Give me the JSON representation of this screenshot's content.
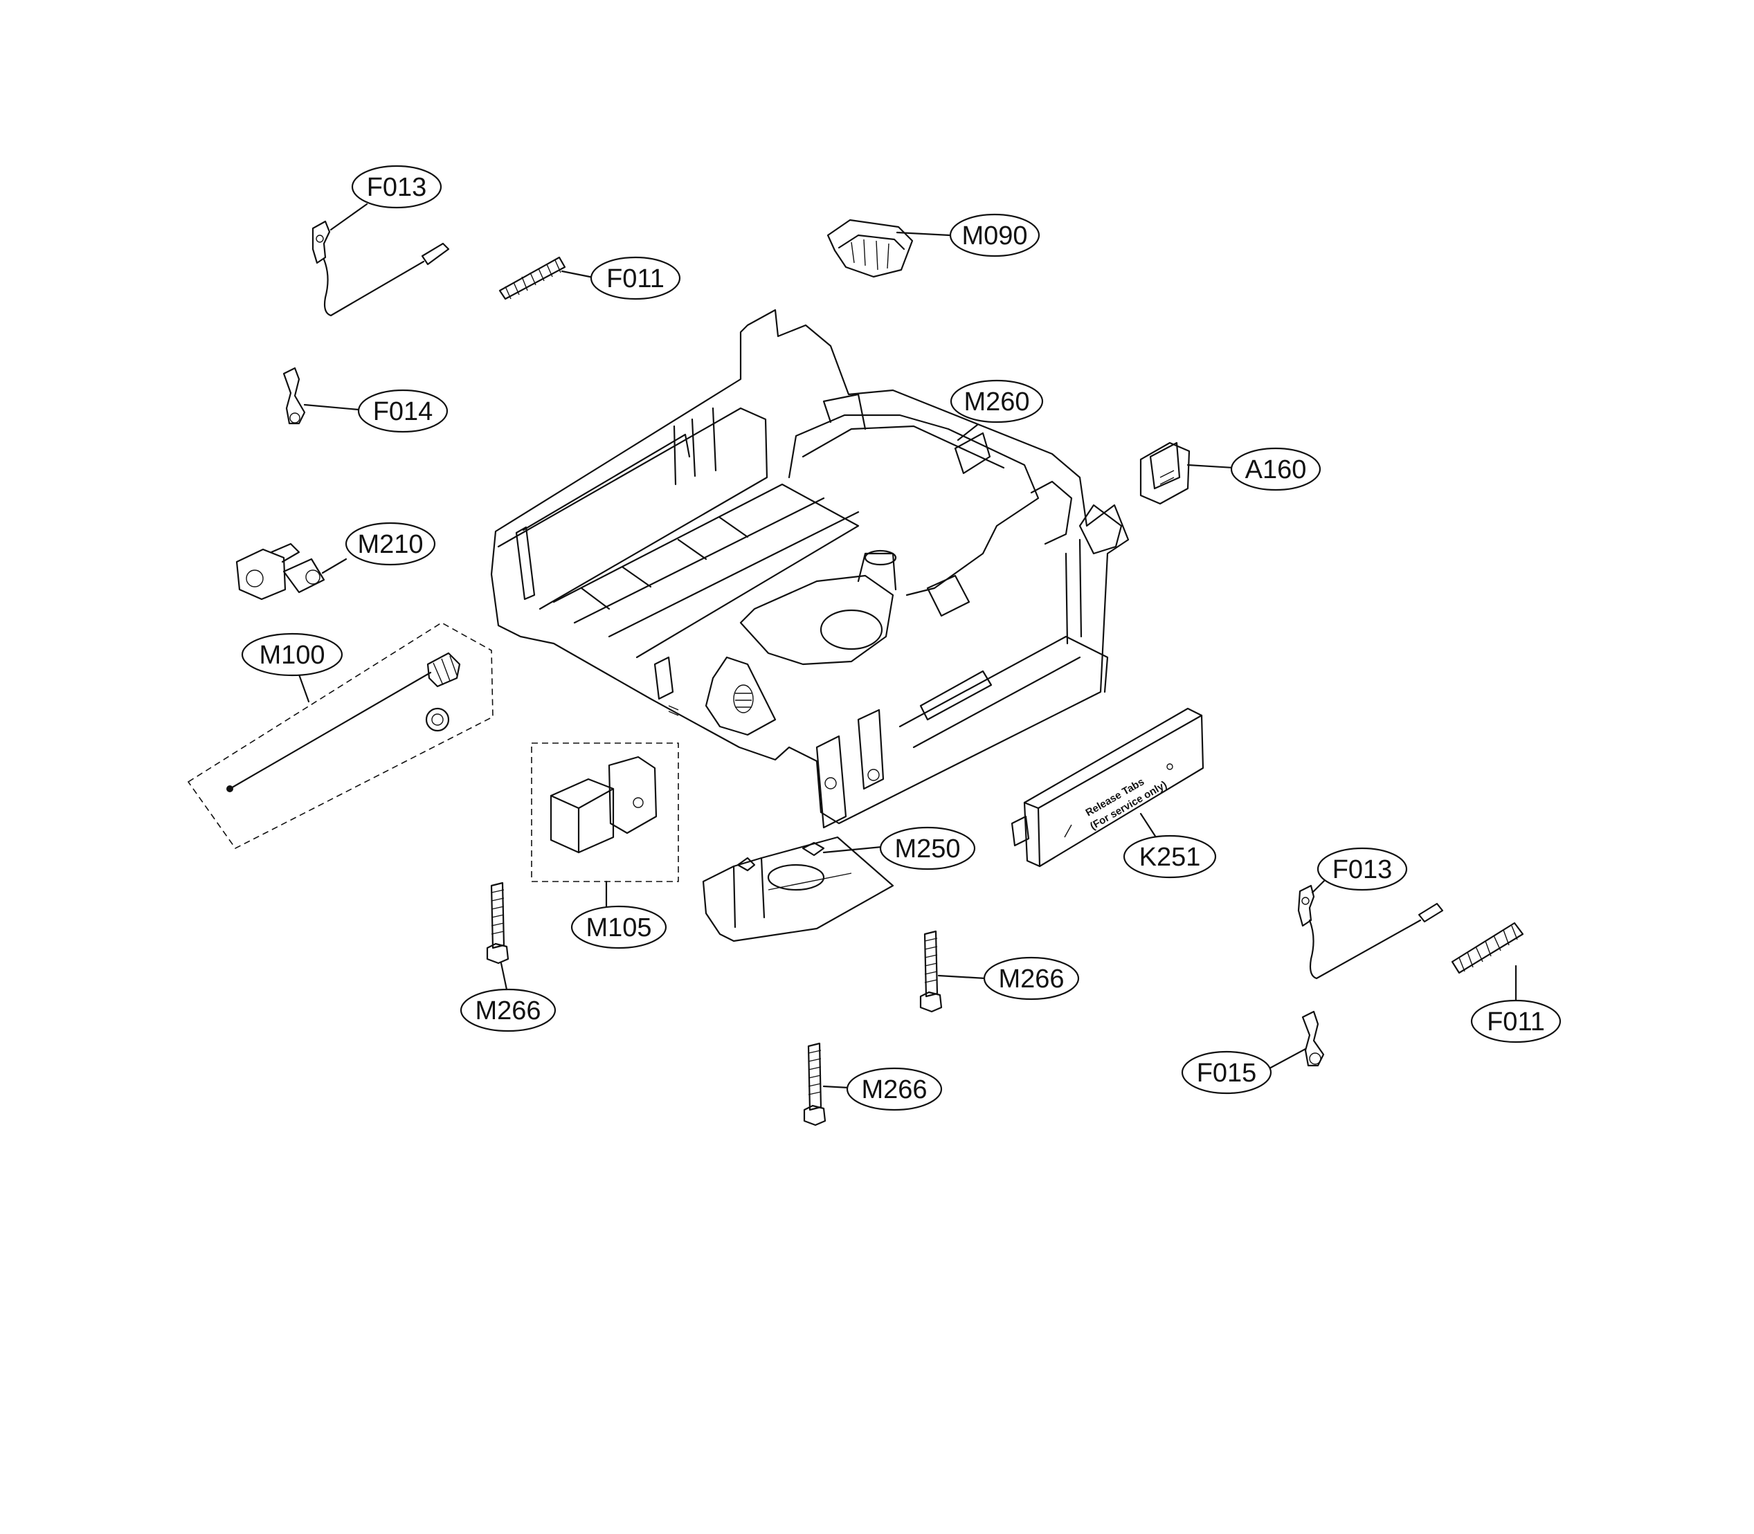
{
  "diagram": {
    "callouts": {
      "f013_top": "F013",
      "f011_top": "F011",
      "m090": "M090",
      "f014": "F014",
      "m260": "M260",
      "a160": "A160",
      "m210": "M210",
      "m100": "M100",
      "m250": "M250",
      "k251": "K251",
      "m105": "M105",
      "f013_bottom": "F013",
      "m266_left": "M266",
      "m266_mid": "M266",
      "m266_bottom": "M266",
      "f011_bottom": "F011",
      "f015": "F015"
    },
    "k251_print": {
      "line1": "Release Tabs",
      "line2": "(For service only)"
    }
  }
}
